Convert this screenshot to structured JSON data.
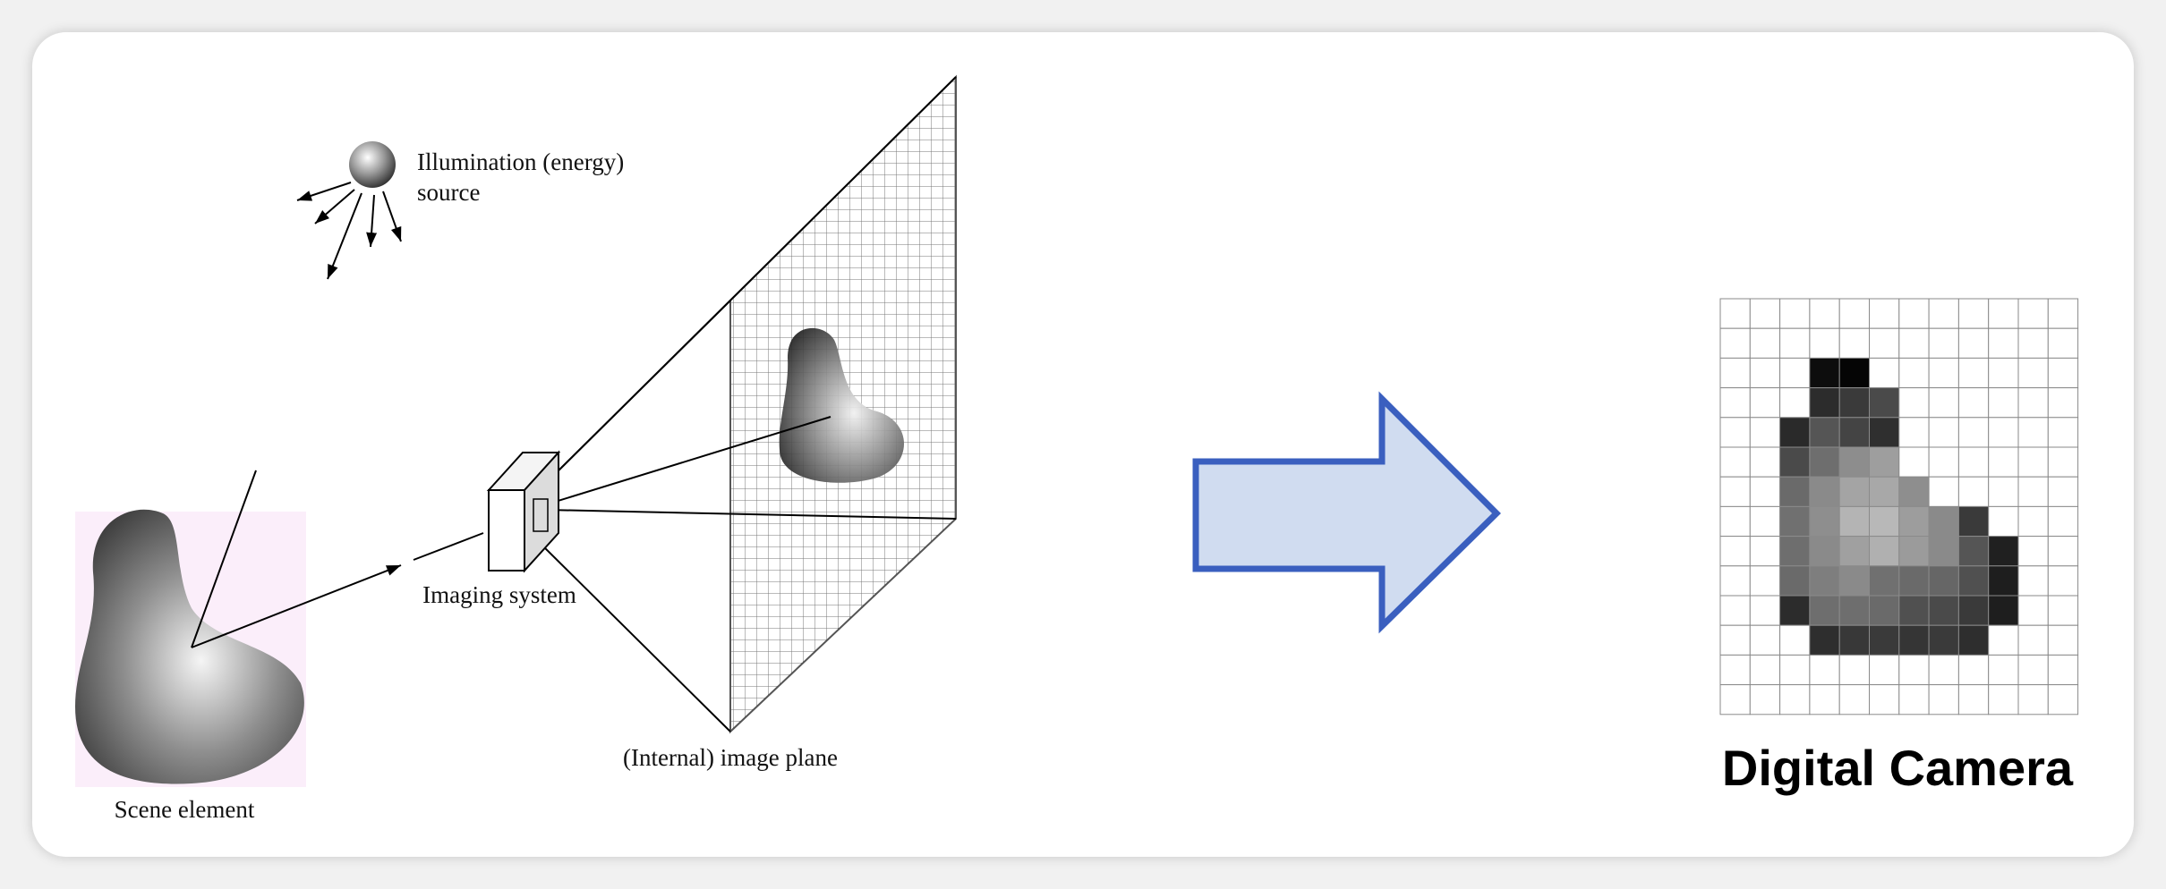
{
  "labels": {
    "illumination_line1": "Illumination (energy)",
    "illumination_line2": "source",
    "imaging_system": "Imaging system",
    "image_plane": "(Internal) image plane",
    "scene_element": "Scene element",
    "digital_camera": "Digital Camera"
  },
  "colors": {
    "arrow_fill": "#d0dcf0",
    "arrow_stroke": "#3a5fbf",
    "scene_bg": "#fbeefa"
  },
  "pixel_grid": {
    "cols": 12,
    "rows": 14,
    "shades": [
      [
        "",
        "",
        "",
        "",
        "",
        "",
        "",
        "",
        "",
        "",
        "",
        ""
      ],
      [
        "",
        "",
        "",
        "",
        "",
        "",
        "",
        "",
        "",
        "",
        "",
        ""
      ],
      [
        "",
        "",
        "",
        "#0d0d0d",
        "#050505",
        "",
        "",
        "",
        "",
        "",
        "",
        ""
      ],
      [
        "",
        "",
        "",
        "#2c2c2c",
        "#3a3a3a",
        "#4a4a4a",
        "",
        "",
        "",
        "",
        "",
        ""
      ],
      [
        "",
        "",
        "#2a2a2a",
        "#555555",
        "#444444",
        "#2f2f2f",
        "",
        "",
        "",
        "",
        "",
        ""
      ],
      [
        "",
        "",
        "#4a4a4a",
        "#6e6e6e",
        "#8d8d8d",
        "#9e9e9e",
        "",
        "",
        "",
        "",
        "",
        ""
      ],
      [
        "",
        "",
        "#6a6a6a",
        "#8a8a8a",
        "#a4a4a4",
        "#a8a8a8",
        "#8e8e8e",
        "",
        "",
        "",
        "",
        ""
      ],
      [
        "",
        "",
        "#707070",
        "#8e8e8e",
        "#b4b4b4",
        "#b8b8b8",
        "#9d9d9d",
        "#8a8a8a",
        "#3a3a3a",
        "",
        "",
        ""
      ],
      [
        "",
        "",
        "#6e6e6e",
        "#8a8a8a",
        "#a0a0a0",
        "#b0b0b0",
        "#9b9b9b",
        "#8a8a8a",
        "#555555",
        "#202020",
        "",
        ""
      ],
      [
        "",
        "",
        "#6a6a6a",
        "#7e7e7e",
        "#8a8a8a",
        "#707070",
        "#6a6a6a",
        "#666666",
        "#505050",
        "#1e1e1e",
        "",
        ""
      ],
      [
        "",
        "",
        "#2c2c2c",
        "#6e6e6e",
        "#6e6e6e",
        "#6a6a6a",
        "#505050",
        "#4a4a4a",
        "#3a3a3a",
        "#1e1e1e",
        "",
        ""
      ],
      [
        "",
        "",
        "",
        "#2e2e2e",
        "#383838",
        "#3a3a3a",
        "#353535",
        "#3a3a3a",
        "#2e2e2e",
        "",
        "",
        ""
      ],
      [
        "",
        "",
        "",
        "",
        "",
        "",
        "",
        "",
        "",
        "",
        "",
        ""
      ],
      [
        "",
        "",
        "",
        "",
        "",
        "",
        "",
        "",
        "",
        "",
        "",
        ""
      ]
    ]
  }
}
